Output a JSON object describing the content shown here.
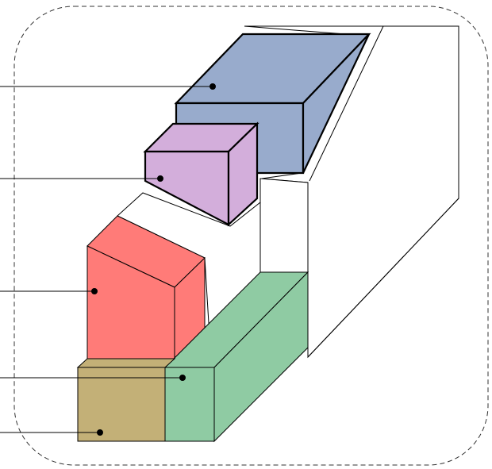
{
  "diagram": {
    "kind": "isometric block diagram",
    "colors": {
      "background": "#ffffff",
      "stroke": "#000000",
      "border": "#333333",
      "blue_block": "#98abcc",
      "purple_block": "#d3aedb",
      "red_block": "#ff7b78",
      "green_block": "#8fcba3",
      "olive_block": "#c3b077"
    },
    "blocks": [
      {
        "name": "blue-block",
        "color_key": "blue_block",
        "emphasis": true
      },
      {
        "name": "purple-block",
        "color_key": "purple_block",
        "emphasis": true
      },
      {
        "name": "red-block",
        "color_key": "red_block",
        "emphasis": false
      },
      {
        "name": "green-block",
        "color_key": "green_block",
        "emphasis": false
      },
      {
        "name": "olive-block",
        "color_key": "olive_block",
        "emphasis": false
      }
    ],
    "leader_lines": [
      {
        "name": "leader-line-blue",
        "target": "blue-block"
      },
      {
        "name": "leader-line-purple",
        "target": "purple-block"
      },
      {
        "name": "leader-line-red",
        "target": "red-block"
      },
      {
        "name": "leader-line-green",
        "target": "green-block"
      },
      {
        "name": "leader-line-olive",
        "target": "olive-block"
      }
    ],
    "border_style": "dashed rounded rectangle"
  }
}
